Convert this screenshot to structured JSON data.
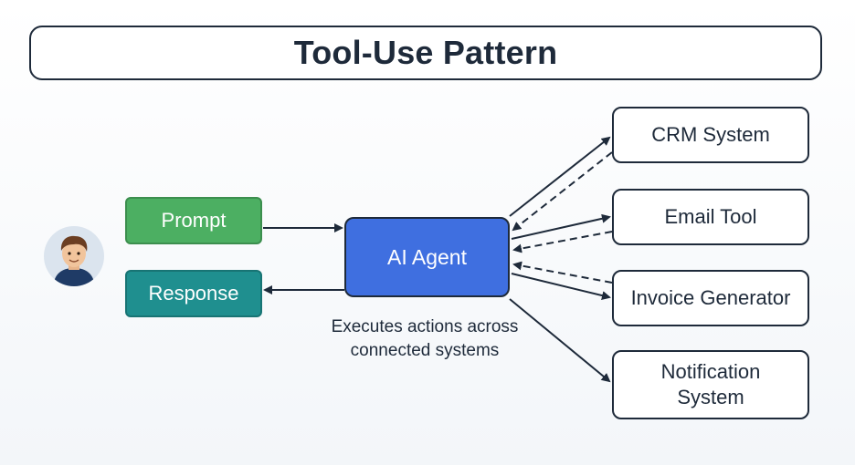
{
  "title": "Tool-Use Pattern",
  "user": {
    "icon": "user-avatar-icon"
  },
  "prompt_label": "Prompt",
  "response_label": "Response",
  "agent_label": "AI Agent",
  "agent_caption_line1": "Executes actions across",
  "agent_caption_line2": "connected systems",
  "tools": [
    {
      "label": "CRM System"
    },
    {
      "label": "Email Tool"
    },
    {
      "label": "Invoice Generator"
    },
    {
      "label_line1": "Notification",
      "label_line2": "System"
    }
  ],
  "colors": {
    "prompt": "#4caf62",
    "response": "#1f8f8f",
    "agent": "#3f6fe0",
    "outline": "#1e2a3a"
  }
}
